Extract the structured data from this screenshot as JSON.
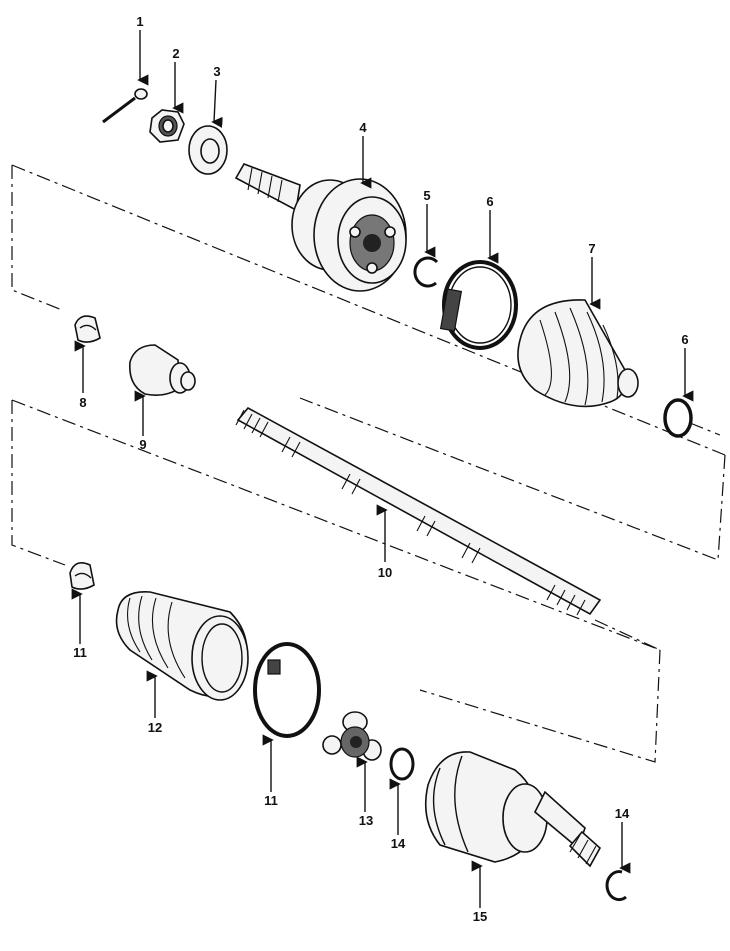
{
  "callouts": [
    {
      "id": "1",
      "label": "1"
    },
    {
      "id": "2",
      "label": "2"
    },
    {
      "id": "3",
      "label": "3"
    },
    {
      "id": "4",
      "label": "4"
    },
    {
      "id": "5",
      "label": "5"
    },
    {
      "id": "6a",
      "label": "6"
    },
    {
      "id": "7",
      "label": "7"
    },
    {
      "id": "6b",
      "label": "6"
    },
    {
      "id": "8",
      "label": "8"
    },
    {
      "id": "9",
      "label": "9"
    },
    {
      "id": "10",
      "label": "10"
    },
    {
      "id": "11a",
      "label": "11"
    },
    {
      "id": "12",
      "label": "12"
    },
    {
      "id": "11b",
      "label": "11"
    },
    {
      "id": "13",
      "label": "13"
    },
    {
      "id": "14a",
      "label": "14"
    },
    {
      "id": "15",
      "label": "15"
    },
    {
      "id": "14b",
      "label": "14"
    }
  ]
}
